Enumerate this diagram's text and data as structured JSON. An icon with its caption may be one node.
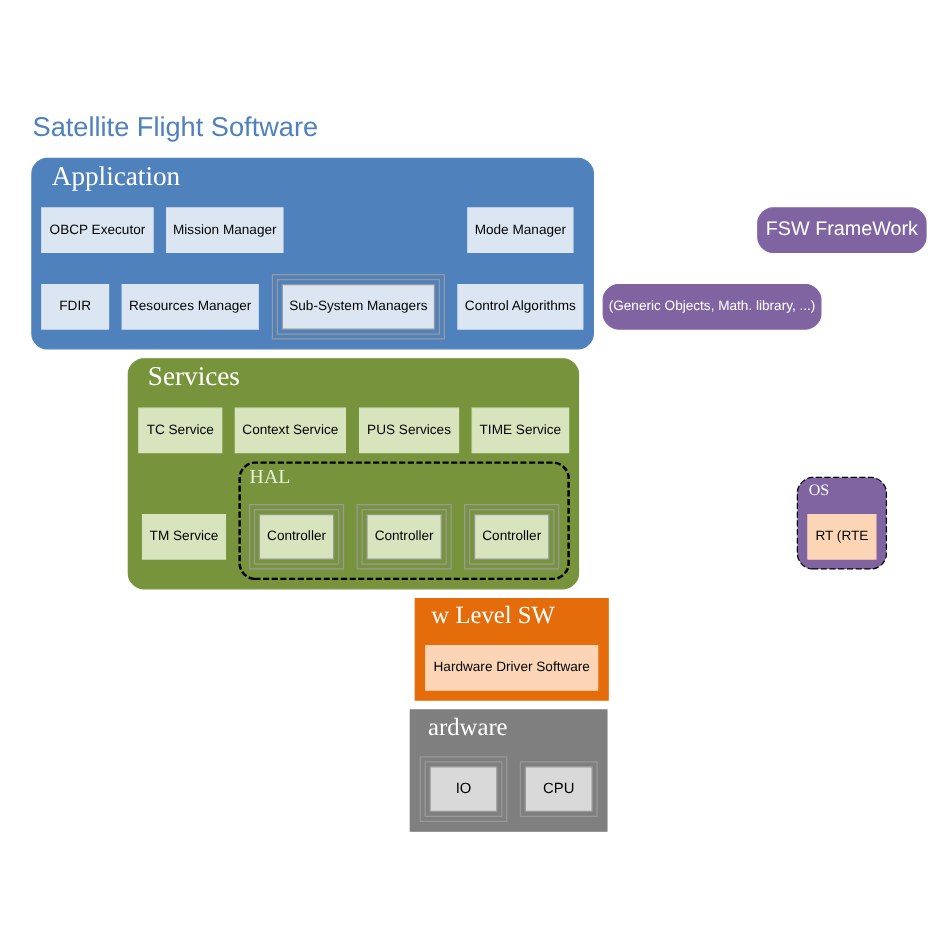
{
  "diagram": {
    "title": "Satellite Flight Software",
    "nodes": [
      {
        "text": [
          "(Generic Objects, Math. library, ...)"
        ]
      },
      {
        "text": [
          "Application"
        ]
      },
      {
        "text": [
          "Mode Manager"
        ],
        "in": 1
      },
      {
        "text": [
          "Mission Manager"
        ],
        "in": 1
      },
      {
        "text": [
          "OBCP Executor"
        ],
        "in": 1
      },
      {
        "text": [
          "Sub-System Managers"
        ],
        "in": 1
      },
      {
        "text": [
          "Control Algorithms"
        ],
        "in": 1
      },
      {
        "text": [
          "Resources Manager"
        ],
        "in": 1
      },
      {
        "text": [
          "FDIR"
        ],
        "in": 1
      },
      {
        "text": [
          "FSW FrameWork"
        ]
      },
      {
        "text": [
          "OS"
        ]
      },
      {
        "text": [
          "RT (RTE"
        ],
        "in": 10
      },
      {
        "text": [
          "Services"
        ]
      },
      {
        "text": [
          "TIME Service"
        ],
        "in": 12
      },
      {
        "text": [
          "PUS Services"
        ],
        "in": 12
      },
      {
        "text": [
          "Context Service"
        ],
        "in": 12
      },
      {
        "text": [
          "TC Service"
        ],
        "in": 12
      },
      {
        "text": [
          "TM Service"
        ],
        "in": 12
      },
      {
        "text": [
          "HAL"
        ],
        "in": 12
      },
      {
        "text": [
          "Controller"
        ],
        "in": 18
      },
      {
        "text": [
          "Controller"
        ],
        "in": 18
      },
      {
        "text": [
          "Controller"
        ],
        "in": 18
      },
      {
        "text": [
          "w Level SW"
        ]
      },
      {
        "text": [
          "Hardware Driver Software"
        ],
        "in": 22
      },
      {
        "text": [
          "ardware"
        ]
      },
      {
        "text": [
          "CPU"
        ],
        "in": 24
      },
      {
        "text": [
          "IO"
        ],
        "in": 24
      }
    ]
  }
}
